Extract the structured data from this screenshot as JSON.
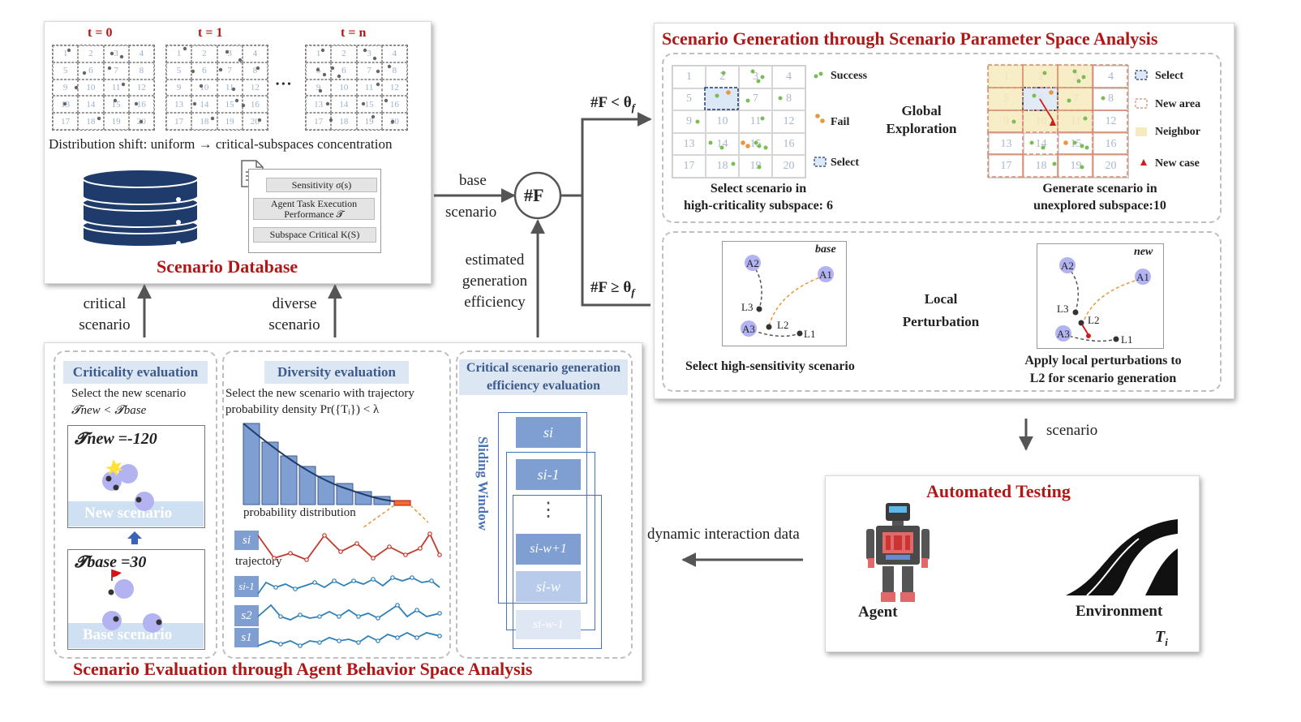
{
  "database": {
    "times": [
      "t = 0",
      "t = 1",
      "t = n"
    ],
    "ellipsis": "• • •",
    "grid_numbers": [
      "1",
      "2",
      "3",
      "4",
      "5",
      "6",
      "7",
      "8",
      "9",
      "10",
      "11",
      "12",
      "13",
      "14",
      "15",
      "16",
      "17",
      "18",
      "19",
      "20"
    ],
    "shift_text": "Distribution shift: uniform → critical-subspaces concentration",
    "metrics": [
      "Sensitivity σ(s)",
      "Agent Task Execution Performance 𝓣",
      "Subspace Critical K(S)"
    ],
    "title": "Scenario Database"
  },
  "flow": {
    "critical_scenario": [
      "critical",
      "scenario"
    ],
    "diverse_scenario": [
      "diverse",
      "scenario"
    ],
    "base_scenario": [
      "base",
      "scenario"
    ],
    "estimated_eff": [
      "estimated",
      "generation",
      "efficiency"
    ],
    "F_node": "#F",
    "cond_low": "#F < θ",
    "cond_high": "#F ≥ θ",
    "cond_sub": "f",
    "scenario_out": "scenario",
    "dynamic_data": "dynamic interaction data"
  },
  "generation": {
    "title": "Scenario Generation through Scenario Parameter Space Analysis",
    "legend_left": [
      "Success",
      "Fail",
      "Select"
    ],
    "global_exploration": [
      "Global",
      "Exploration"
    ],
    "legend_right": [
      "Select",
      "New area",
      "Neighbor",
      "New case"
    ],
    "caption_left": [
      "Select scenario in",
      "high-criticality subspace: 6"
    ],
    "caption_right": [
      "Generate scenario in",
      "unexplored subspace:10"
    ],
    "base_tag": "base",
    "new_tag": "new",
    "nodes": [
      "A1",
      "A2",
      "A3",
      "L1",
      "L2",
      "L3"
    ],
    "local_perturbation": [
      "Local",
      "Perturbation"
    ],
    "caption_sens": "Select high-sensitivity scenario",
    "caption_apply": [
      "Apply local perturbations to",
      "L2 for scenario generation"
    ]
  },
  "testing": {
    "title": "Automated Testing",
    "agent": "Agent",
    "environment": "Environment",
    "task": "T",
    "task_sub": "i"
  },
  "evaluation": {
    "title": "Scenario Evaluation through Agent Behavior Space Analysis",
    "criticality": {
      "head": "Criticality evaluation",
      "desc": "Select the new scenario",
      "cond": "𝓣new < 𝓣base",
      "new_val": "𝓣new =-120",
      "new_label": "New scenario",
      "base_val": "𝓣base =30",
      "base_label": "Base scenario"
    },
    "diversity": {
      "head": "Diversity evaluation",
      "desc": [
        "Select the new scenario with trajectory",
        "probability density Pr({Tᵢ}) < λ"
      ],
      "prob_label": "probability distribution",
      "traj_label": "trajectory",
      "s_labels": [
        "si",
        "si-1",
        "s2",
        "s1"
      ]
    },
    "efficiency": {
      "head": [
        "Critical scenario generation",
        "efficiency evaluation"
      ],
      "window": "Sliding Window",
      "s_labels": [
        "si",
        "si-1",
        "⋮",
        "si-w+1",
        "si-w",
        "si-w-1"
      ]
    }
  },
  "colors": {
    "accent_red": "#b01818",
    "blue": "#7f9fd2",
    "dark_blue": "#1f3b6b",
    "header_bg": "#dde7f4"
  }
}
